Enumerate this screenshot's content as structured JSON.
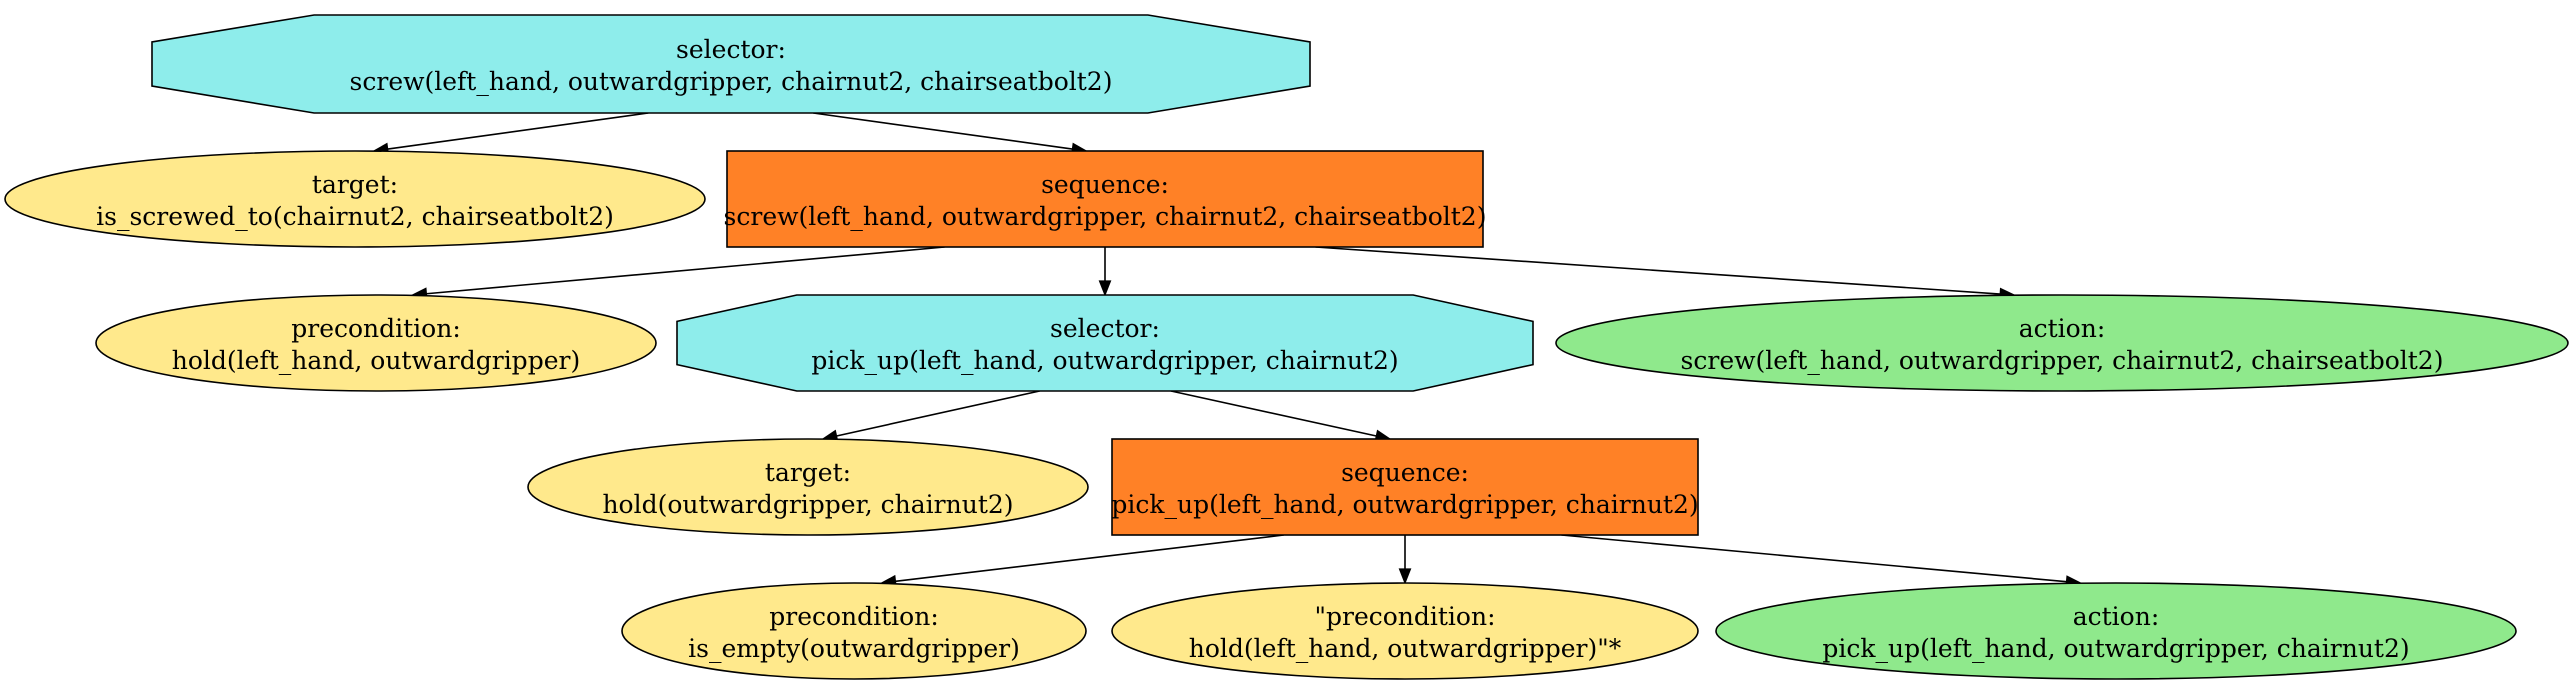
{
  "colors": {
    "selector": "#8eedeb",
    "sequence": "#ff8126",
    "condition": "#ffe98c",
    "action": "#8fe98c",
    "stroke": "#000000",
    "background": "#ffffff"
  },
  "nodes": [
    {
      "id": "n1",
      "kind": "selector",
      "shape": "octagon",
      "lines": [
        "selector:",
        "screw(left_hand, outwardgripper, chairnut2, chairseatbolt2)"
      ]
    },
    {
      "id": "n2",
      "kind": "condition",
      "shape": "ellipse",
      "lines": [
        "target:",
        "is_screwed_to(chairnut2, chairseatbolt2)"
      ]
    },
    {
      "id": "n3",
      "kind": "sequence",
      "shape": "box",
      "lines": [
        "sequence:",
        "screw(left_hand, outwardgripper, chairnut2, chairseatbolt2)"
      ]
    },
    {
      "id": "n4",
      "kind": "condition",
      "shape": "ellipse",
      "lines": [
        "precondition:",
        "hold(left_hand, outwardgripper)"
      ]
    },
    {
      "id": "n5",
      "kind": "selector",
      "shape": "octagon",
      "lines": [
        "selector:",
        "pick_up(left_hand, outwardgripper, chairnut2)"
      ]
    },
    {
      "id": "n6",
      "kind": "action",
      "shape": "ellipse",
      "lines": [
        "action:",
        "screw(left_hand, outwardgripper, chairnut2, chairseatbolt2)"
      ]
    },
    {
      "id": "n7",
      "kind": "condition",
      "shape": "ellipse",
      "lines": [
        "target:",
        "hold(outwardgripper, chairnut2)"
      ]
    },
    {
      "id": "n8",
      "kind": "sequence",
      "shape": "box",
      "lines": [
        "sequence:",
        "pick_up(left_hand, outwardgripper, chairnut2)"
      ]
    },
    {
      "id": "n9",
      "kind": "condition",
      "shape": "ellipse",
      "lines": [
        "precondition:",
        "is_empty(outwardgripper)"
      ]
    },
    {
      "id": "n10",
      "kind": "condition",
      "shape": "ellipse",
      "lines": [
        "\"precondition:",
        "hold(left_hand, outwardgripper)\"*"
      ]
    },
    {
      "id": "n11",
      "kind": "action",
      "shape": "ellipse",
      "lines": [
        "action:",
        "pick_up(left_hand, outwardgripper, chairnut2)"
      ]
    }
  ],
  "edges": [
    {
      "from": "n1",
      "to": "n2"
    },
    {
      "from": "n1",
      "to": "n3"
    },
    {
      "from": "n3",
      "to": "n4"
    },
    {
      "from": "n3",
      "to": "n5"
    },
    {
      "from": "n3",
      "to": "n6"
    },
    {
      "from": "n5",
      "to": "n7"
    },
    {
      "from": "n5",
      "to": "n8"
    },
    {
      "from": "n8",
      "to": "n9"
    },
    {
      "from": "n8",
      "to": "n10"
    },
    {
      "from": "n8",
      "to": "n11"
    }
  ]
}
